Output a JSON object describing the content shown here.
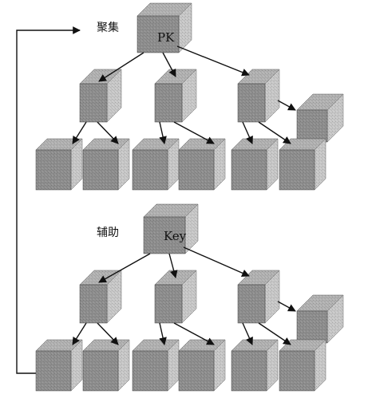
{
  "clustered": {
    "label": "聚集",
    "root_label": "PK"
  },
  "secondary": {
    "label": "辅助",
    "root_label": "Key"
  },
  "colors": {
    "cube_front": "#8f8f8f",
    "cube_top": "#b3b3b3",
    "cube_side": "#c9c9c9",
    "line": "#111111"
  }
}
